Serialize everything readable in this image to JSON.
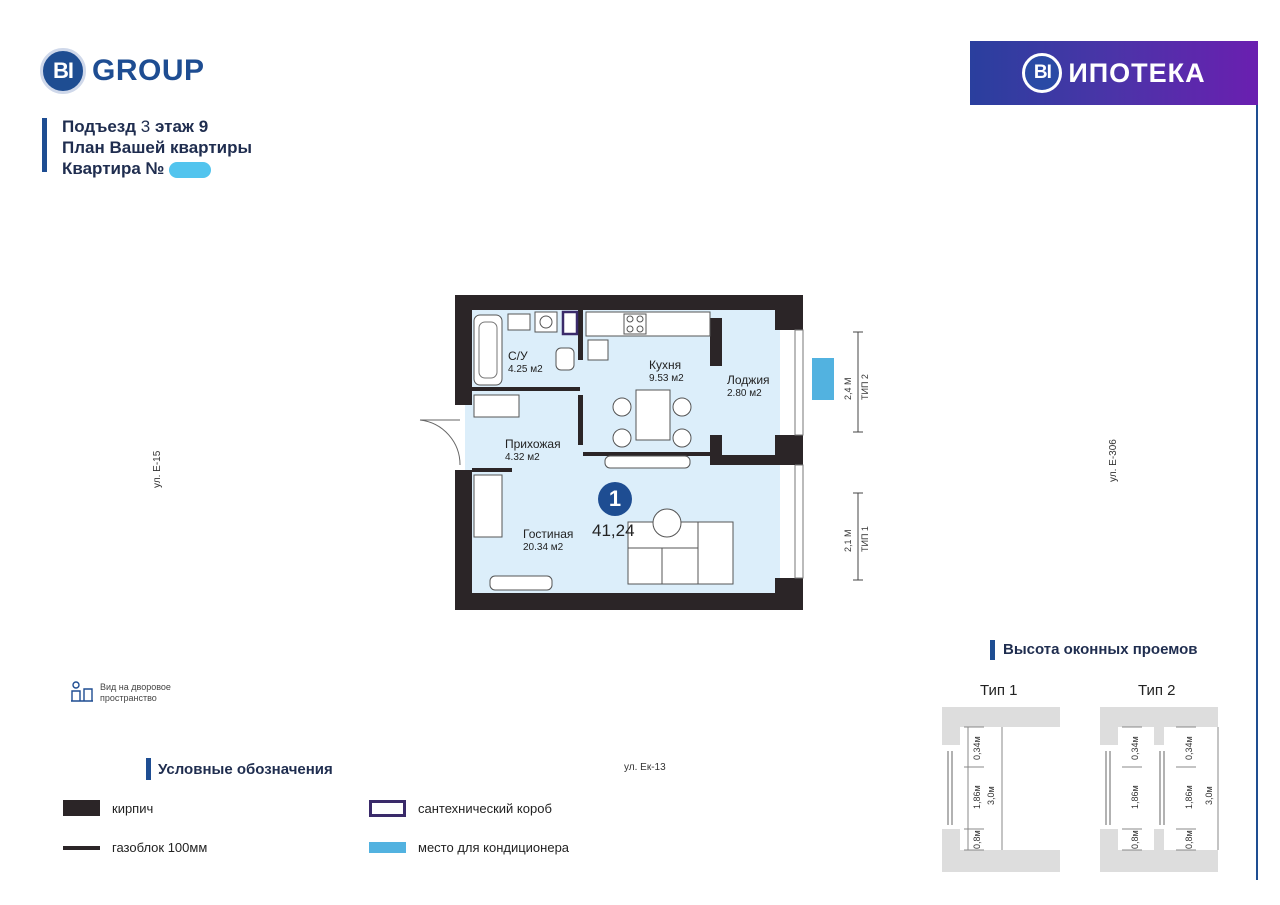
{
  "header": {
    "brand_bi": "BI",
    "brand_name": "GROUP",
    "banner_bi": "BI",
    "banner_name": "ИПОТЕКА"
  },
  "info": {
    "line1_prefix": "Подъезд ",
    "entrance": "3",
    "line1_mid": " этаж ",
    "floor": "9",
    "line2": "План Вашей квартиры",
    "line3": "Квартира №"
  },
  "streets": {
    "left": "ул. Е-15",
    "right": "ул. Е-306",
    "bottom": "ул. Ек-13"
  },
  "rooms": {
    "bath": {
      "name": "С/У",
      "area": "4.25 м2"
    },
    "kitchen": {
      "name": "Кухня",
      "area": "9.53 м2"
    },
    "loggia": {
      "name": "Лоджия",
      "area": "2.80 м2"
    },
    "hall": {
      "name": "Прихожая",
      "area": "4.32 м2"
    },
    "living": {
      "name": "Гостиная",
      "area": "20.34 м2"
    }
  },
  "apartment": {
    "rooms_count": "1",
    "total_area": "41,24"
  },
  "window_marks": {
    "upper": "2,4 М\nТИП 2",
    "upper_a": "2,4 М",
    "upper_b": "ТИП 2",
    "lower_a": "2,1 М",
    "lower_b": "ТИП 1"
  },
  "view_note": {
    "line1": "Вид на дворовое",
    "line2": "пространство"
  },
  "window_heights": {
    "title": "Высота оконных проемов",
    "type1": "Тип 1",
    "type2": "Тип 2",
    "dim_top": "0,34м",
    "dim_mid": "1,86м",
    "dim_bottom": "0,8м",
    "dim_total": "3,0м"
  },
  "legend": {
    "title": "Условные обозначения",
    "brick": "кирпич",
    "gasblock": "газоблок 100мм",
    "plumbing": "сантехнический короб",
    "ac": "место для кондиционера"
  },
  "colors": {
    "brand_blue": "#1e4d92",
    "room_fill": "#dceefa",
    "wall": "#2b2527",
    "ac": "#52b2e0"
  }
}
